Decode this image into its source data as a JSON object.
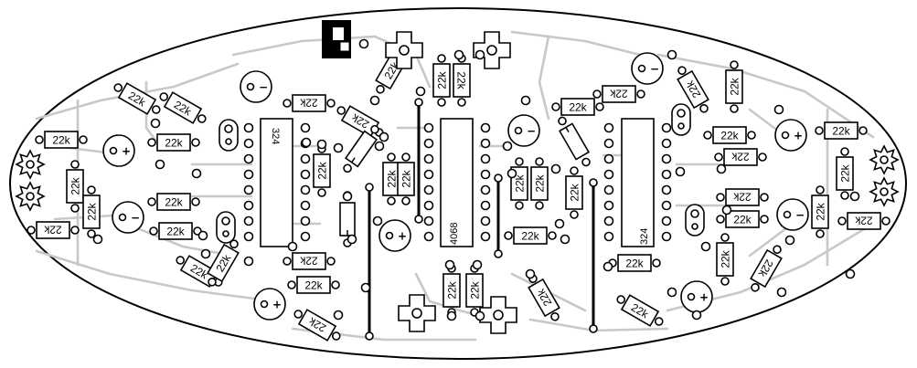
{
  "ic_labels": {
    "left": "324",
    "center": "4068",
    "right": "324"
  },
  "resistor_label": "22k",
  "polarity": {
    "plus": "+",
    "minus": "−"
  },
  "colors": {
    "outline": "#000000",
    "trace": "#c8c8c8",
    "background": "#ffffff"
  },
  "icons": [
    "ic-chip-icon",
    "resistor-icon",
    "capacitor-icon",
    "pot-icon",
    "jack-icon",
    "star-pad-icon",
    "jumper-wire-icon"
  ]
}
